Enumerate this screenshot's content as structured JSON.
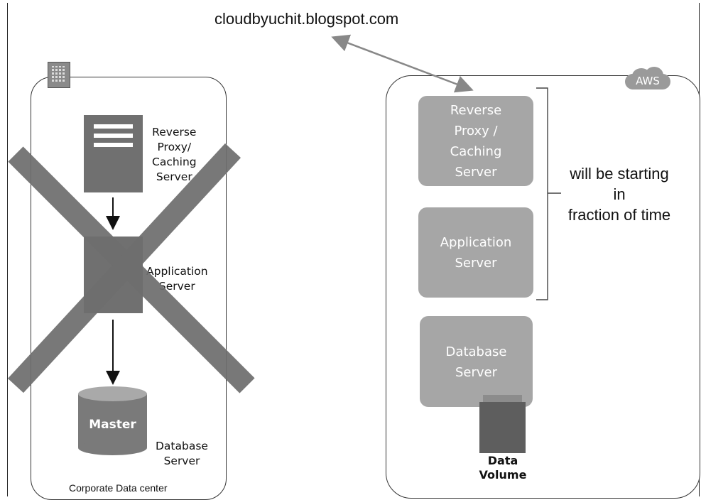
{
  "watermark": "cloudbyuchit.blogspot.com",
  "left_panel": {
    "proxy_label": "Reverse\nProxy/\nCaching\nServer",
    "app_label": "Application\nServer",
    "master_label": "Master",
    "db_label": "Database\nServer",
    "footer": "Corporate Data center",
    "icon": "office-building-icon"
  },
  "right_panel": {
    "badge": "AWS",
    "proxy_box": "Reverse\nProxy /\nCaching\nServer",
    "app_box": "Application\nServer",
    "db_box": "Database\nServer",
    "volume_label": "Data\nVolume",
    "note": "will be starting\nin\nfraction of time"
  },
  "colors": {
    "gray_box": "#a6a6a6",
    "dark_gray": "#707070",
    "cross": "#6e6e6e",
    "arrow": "#888888"
  }
}
